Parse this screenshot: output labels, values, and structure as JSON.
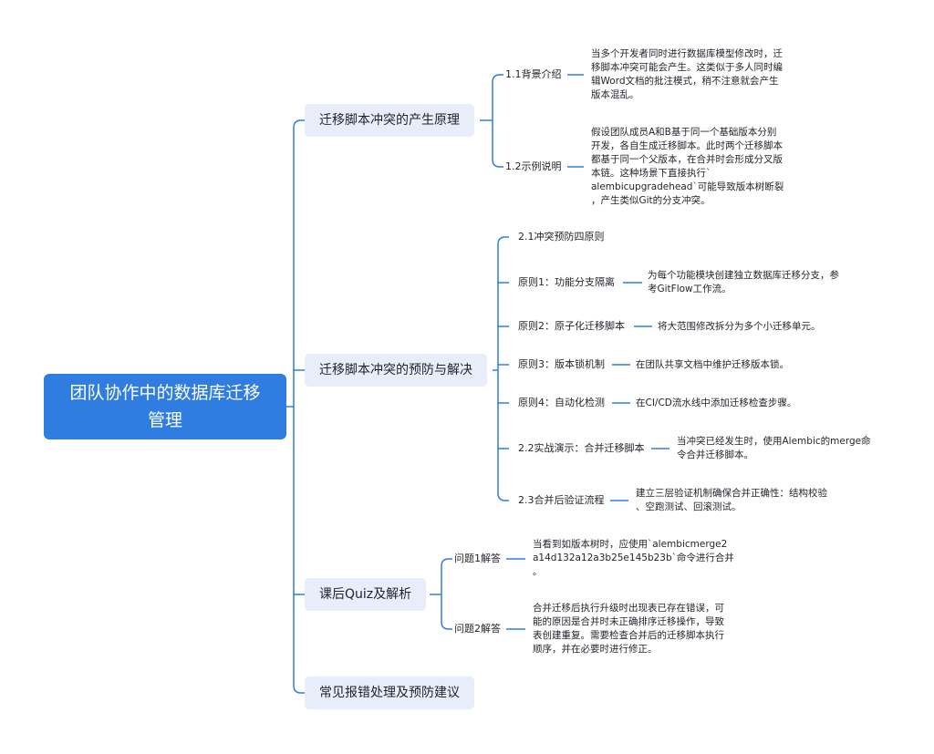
{
  "root": {
    "title_line1": "团队协作中的数据库迁移",
    "title_line2": "管理"
  },
  "branches": [
    {
      "label": "迁移脚本冲突的产生原理",
      "children": [
        {
          "label": "1.1背景介绍",
          "detail": [
            "当多个开发者同时进行数据库模型修改时，迁",
            "移脚本冲突可能会产生。这类似于多人同时编",
            "辑Word文档的批注模式，稍不注意就会产生",
            "版本混乱。"
          ]
        },
        {
          "label": "1.2示例说明",
          "detail": [
            "假设团队成员A和B基于同一个基础版本分别",
            "开发，各自生成迁移脚本。此时两个迁移脚本",
            "都基于同一个父版本，在合并时会形成分叉版",
            "本链。这种场景下直接执行`",
            "alembicupgradehead`可能导致版本树断裂",
            "，产生类似Git的分支冲突。"
          ]
        }
      ]
    },
    {
      "label": "迁移脚本冲突的预防与解决",
      "children": [
        {
          "label": "2.1冲突预防四原则",
          "detail": []
        },
        {
          "label": "原则1：功能分支隔离",
          "detail": [
            "为每个功能模块创建独立数据库迁移分支，参",
            "考GitFlow工作流。"
          ]
        },
        {
          "label": "原则2：原子化迁移脚本",
          "detail": [
            "将大范围修改拆分为多个小迁移单元。"
          ]
        },
        {
          "label": "原则3：版本锁机制",
          "detail": [
            "在团队共享文档中维护迁移版本锁。"
          ]
        },
        {
          "label": "原则4：自动化检测",
          "detail": [
            "在CI/CD流水线中添加迁移检查步骤。"
          ]
        },
        {
          "label": "2.2实战演示：合并迁移脚本",
          "detail": [
            "当冲突已经发生时，使用Alembic的merge命",
            "令合并迁移脚本。"
          ]
        },
        {
          "label": "2.3合并后验证流程",
          "detail": [
            "建立三层验证机制确保合并正确性：结构校验",
            "、空跑测试、回滚测试。"
          ]
        }
      ]
    },
    {
      "label": "课后Quiz及解析",
      "children": [
        {
          "label": "问题1解答",
          "detail": [
            "当看到如版本树时，应使用`alembicmerge2",
            "a14d132a12a3b25e145b23b`命令进行合并",
            "。"
          ]
        },
        {
          "label": "问题2解答",
          "detail": [
            "合并迁移后执行升级时出现表已存在错误，可",
            "能的原因是合并时未正确排序迁移操作，导致",
            "表创建重复。需要检查合并后的迁移脚本执行",
            "顺序，并在必要时进行修正。"
          ]
        }
      ]
    },
    {
      "label": "常见报错处理及预防建议",
      "children": []
    }
  ],
  "colors": {
    "root_bg": "#2f7de1",
    "branch_bg": "#e7eef9",
    "line": "#2f7de1"
  }
}
